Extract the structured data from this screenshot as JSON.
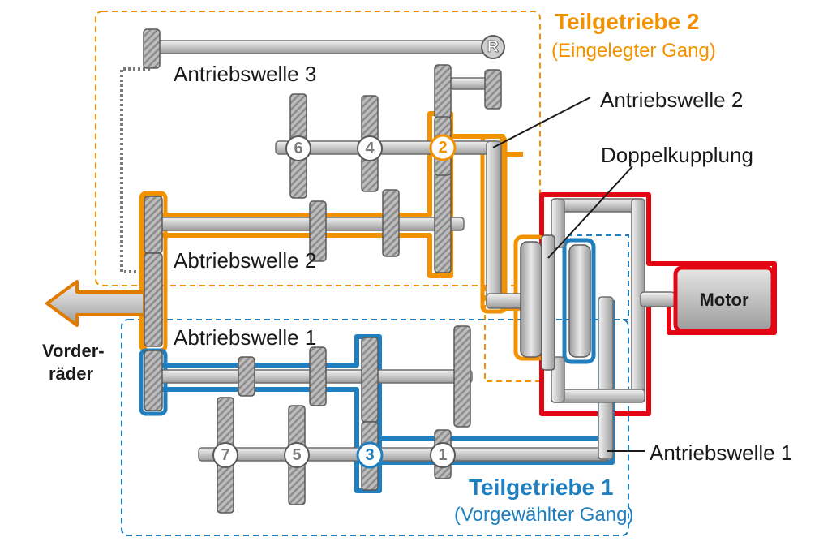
{
  "colors": {
    "orange": "#f39200",
    "blue": "#1f7fbf",
    "red": "#e30613",
    "shaft_gray": "#cfcfcf",
    "text_dark": "#1a1a1a"
  },
  "labels": {
    "teilgetriebe2_title": "Teilgetriebe 2",
    "teilgetriebe2_sub": "(Eingelegter Gang)",
    "teilgetriebe1_title": "Teilgetriebe 1",
    "teilgetriebe1_sub": "(Vorgewählter Gang)",
    "antriebswelle3": "Antriebswelle 3",
    "antriebswelle2": "Antriebswelle 2",
    "antriebswelle1": "Antriebswelle 1",
    "abtriebswelle2": "Abtriebswelle 2",
    "abtriebswelle1": "Abtriebswelle 1",
    "doppelkupplung": "Doppelkupplung",
    "motor": "Motor",
    "vorderraeder_line1": "Vorder-",
    "vorderraeder_line2": "räder"
  },
  "gears": {
    "reverse": "R",
    "g6": "6",
    "g4": "4",
    "g2": "2",
    "g7": "7",
    "g5": "5",
    "g3": "3",
    "g1": "1"
  }
}
